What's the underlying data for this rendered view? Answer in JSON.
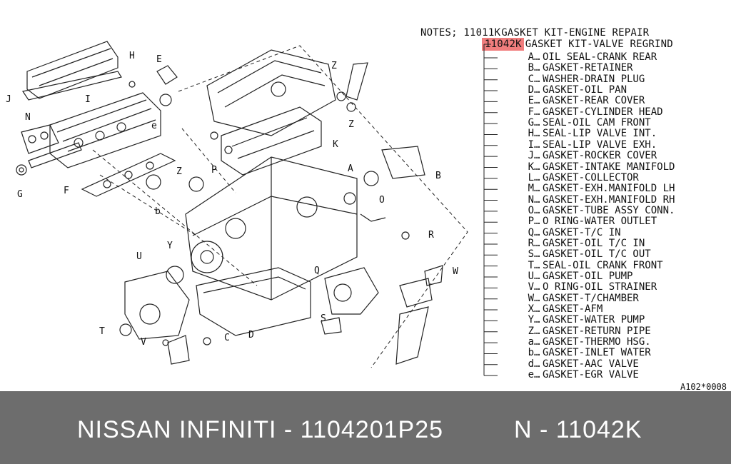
{
  "notes": {
    "prefix": "NOTES;",
    "main_kit_code": "11011K",
    "main_kit_desc": "GASKET KIT-ENGINE REPAIR",
    "highlighted_kit_code": "11042K",
    "highlighted_kit_desc": "GASKET KIT-VALVE REGRIND",
    "highlight_color": "#f07d7d"
  },
  "parts": [
    {
      "code": "A",
      "name": "OIL SEAL-CRANK REAR"
    },
    {
      "code": "B",
      "name": "GASKET-RETAINER"
    },
    {
      "code": "C",
      "name": "WASHER-DRAIN PLUG"
    },
    {
      "code": "D",
      "name": "GASKET-OIL PAN"
    },
    {
      "code": "E",
      "name": "GASKET-REAR COVER"
    },
    {
      "code": "F",
      "name": "GASKET-CYLINDER HEAD"
    },
    {
      "code": "G",
      "name": "SEAL-OIL CAM FRONT"
    },
    {
      "code": "H",
      "name": "SEAL-LIP VALVE INT."
    },
    {
      "code": "I",
      "name": "SEAL-LIP VALVE EXH."
    },
    {
      "code": "J",
      "name": "GASKET-ROCKER COVER"
    },
    {
      "code": "K",
      "name": "GASKET-INTAKE MANIFOLD"
    },
    {
      "code": "L",
      "name": "GASKET-COLLECTOR"
    },
    {
      "code": "M",
      "name": "GASKET-EXH.MANIFOLD LH"
    },
    {
      "code": "N",
      "name": "GASKET-EXH.MANIFOLD RH"
    },
    {
      "code": "O",
      "name": "GASKET-TUBE ASSY CONN."
    },
    {
      "code": "P",
      "name": "O RING-WATER OUTLET"
    },
    {
      "code": "Q",
      "name": "GASKET-T/C IN"
    },
    {
      "code": "R",
      "name": "GASKET-OIL T/C IN"
    },
    {
      "code": "S",
      "name": "GASKET-OIL T/C OUT"
    },
    {
      "code": "T",
      "name": "SEAL-OIL CRANK FRONT"
    },
    {
      "code": "U",
      "name": "GASKET-OIL PUMP"
    },
    {
      "code": "V",
      "name": "O RING-OIL STRAINER"
    },
    {
      "code": "W",
      "name": "GASKET-T/CHAMBER"
    },
    {
      "code": "X",
      "name": "GASKET-AFM"
    },
    {
      "code": "Y",
      "name": "GASKET-WATER PUMP"
    },
    {
      "code": "Z",
      "name": "GASKET-RETURN PIPE"
    },
    {
      "code": "a",
      "name": "GASKET-THERMO HSG."
    },
    {
      "code": "b",
      "name": "GASKET-INLET WATER"
    },
    {
      "code": "d",
      "name": "GASKET-AAC VALVE"
    },
    {
      "code": "e",
      "name": "GASKET-EGR VALVE"
    }
  ],
  "callouts": [
    "H",
    "E",
    "J",
    "I",
    "N",
    "e",
    "G",
    "F",
    "b",
    "Z",
    "P",
    "Z",
    "Z",
    "K",
    "A",
    "B",
    "O",
    "R",
    "Y",
    "Q",
    "W",
    "U",
    "S",
    "T",
    "V",
    "C",
    "D"
  ],
  "figure_code": "A102*0008",
  "footer": {
    "left": "NISSAN  INFINITI - 1104201P25",
    "right": "N - 11042K"
  }
}
